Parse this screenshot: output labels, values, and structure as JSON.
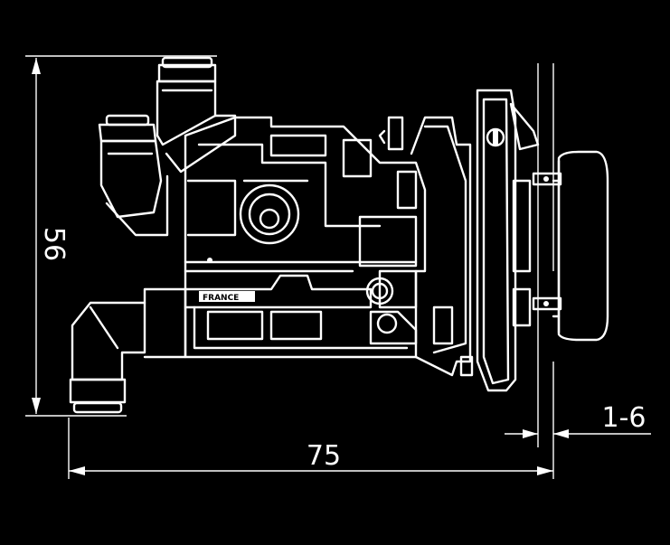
{
  "dimensions": {
    "height_label": "56",
    "width_label": "75",
    "offset_label": "1-6"
  },
  "body_marking": "FRANCE",
  "colors": {
    "background": "#000000",
    "lines": "#ffffff"
  }
}
